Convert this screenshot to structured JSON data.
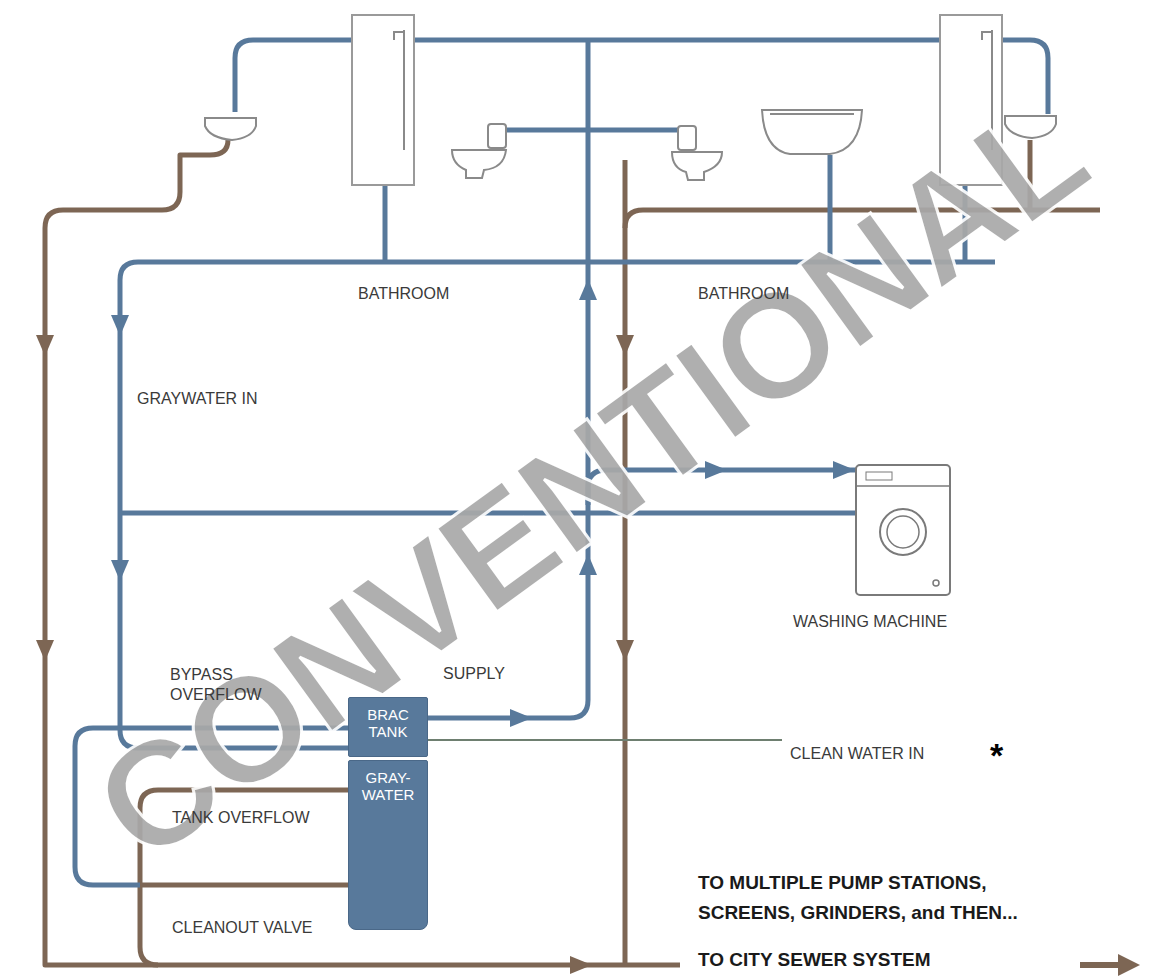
{
  "diagram": {
    "nodes": [
      {
        "text": [
          "BRAC TANK"
        ]
      },
      {
        "text": [
          "GRAY- WATER"
        ]
      }
    ],
    "labels": [
      "BATHROOM",
      "BATHROOM",
      "GRAYWATER IN",
      "WASHING MACHINE",
      "BYPASS OVERFLOW",
      "SUPPLY",
      "CLEAN WATER IN",
      "*",
      "TANK OVERFLOW",
      "CLEANOUT VALVE",
      "TO MULTIPLE PUMP STATIONS, SCREENS, GRINDERS, and THEN...",
      "TO CITY SEWER SYSTEM",
      "CONVENTIONAL"
    ]
  }
}
